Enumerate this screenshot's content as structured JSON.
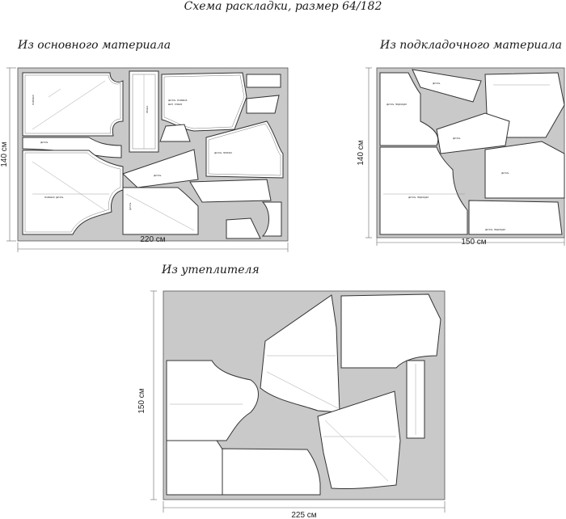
{
  "title": "Схема раскладки, размер 64/182",
  "panels": {
    "main": {
      "label": "Из основного материала",
      "width_label": "220 см",
      "height_label": "140 см"
    },
    "lining": {
      "label": "Из подкладочного материала",
      "width_label": "150 см",
      "height_label": "140 см"
    },
    "insulation": {
      "label": "Из утеплителя",
      "width_label": "225 см",
      "height_label": "150 см"
    }
  },
  "colors": {
    "sheet": "#c9c9c9",
    "piece": "#ffffff",
    "outline": "#333333"
  }
}
